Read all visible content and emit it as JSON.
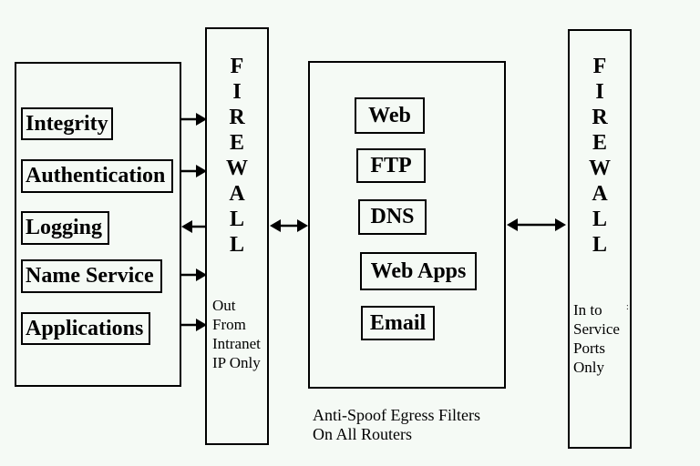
{
  "colors": {
    "background": "#f5faf5",
    "ink": "#000000"
  },
  "intranet_panel": {
    "items": [
      {
        "label": "Integrity"
      },
      {
        "label": "Authentication"
      },
      {
        "label": "Logging"
      },
      {
        "label": "Name Service"
      },
      {
        "label": "Applications"
      }
    ]
  },
  "firewall_left": {
    "letters": [
      "F",
      "I",
      "R",
      "E",
      "W",
      "A",
      "L",
      "L"
    ],
    "note_lines": [
      "Out",
      "From",
      "Intranet",
      "IP Only"
    ]
  },
  "services_panel": {
    "items": [
      {
        "label": "Web"
      },
      {
        "label": "FTP"
      },
      {
        "label": "DNS"
      },
      {
        "label": "Web Apps"
      },
      {
        "label": "Email"
      }
    ]
  },
  "firewall_right": {
    "letters": [
      "F",
      "I",
      "R",
      "E",
      "W",
      "A",
      "L",
      "L"
    ],
    "note_lines": [
      "In to",
      "Service",
      "Ports",
      "Only"
    ],
    "stray_mark": ":"
  },
  "caption_lines": [
    "Anti-Spoof Egress Filters",
    "On All Routers"
  ]
}
